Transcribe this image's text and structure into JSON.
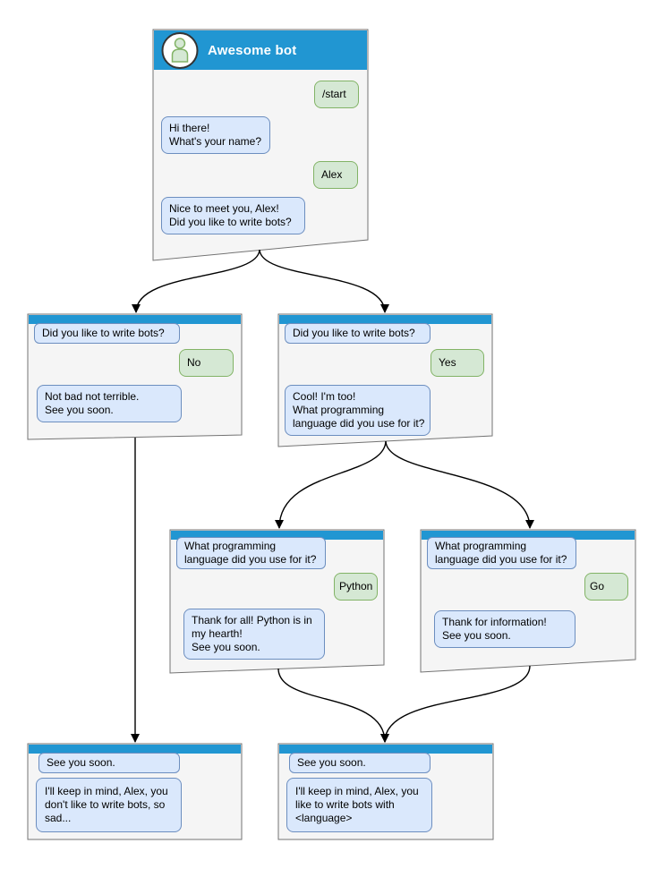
{
  "colors": {
    "header_blue": "#2196d2",
    "window_fill": "#f5f5f5",
    "window_border": "#737373",
    "bot_bubble_fill": "#dae8fc",
    "bot_bubble_border": "#6c8ebf",
    "user_bubble_fill": "#d5e8d4",
    "user_bubble_border": "#82b366",
    "title_color": "#ffffff",
    "arrow_color": "#000000"
  },
  "icons": {
    "avatar": "person-icon"
  },
  "windows": [
    {
      "id": "awesome-bot",
      "title": "Awesome bot",
      "messages": [
        {
          "from": "user",
          "text": "/start"
        },
        {
          "from": "bot",
          "text": "Hi there!\nWhat's your name?"
        },
        {
          "from": "user",
          "text": "Alex"
        },
        {
          "from": "bot",
          "text": "Nice to meet you, Alex!\nDid you like to write bots?"
        }
      ]
    },
    {
      "id": "branch-no",
      "messages": [
        {
          "from": "bot",
          "text": "Did you like to write bots?"
        },
        {
          "from": "user",
          "text": "No"
        },
        {
          "from": "bot",
          "text": "Not bad not terrible.\nSee you soon."
        }
      ]
    },
    {
      "id": "branch-yes",
      "messages": [
        {
          "from": "bot",
          "text": "Did you like to write bots?"
        },
        {
          "from": "user",
          "text": "Yes"
        },
        {
          "from": "bot",
          "text": "Cool! I'm too!\nWhat programming\nlanguage did you use for it?"
        }
      ]
    },
    {
      "id": "branch-python",
      "messages": [
        {
          "from": "bot",
          "text": "What programming\nlanguage did you use for it?"
        },
        {
          "from": "user",
          "text": "Python"
        },
        {
          "from": "bot",
          "text": "Thank for all! Python is in\nmy hearth!\nSee you soon."
        }
      ]
    },
    {
      "id": "branch-go",
      "messages": [
        {
          "from": "bot",
          "text": "What programming\nlanguage did you use for it?"
        },
        {
          "from": "user",
          "text": "Go"
        },
        {
          "from": "bot",
          "text": "Thank for information!\nSee you soon."
        }
      ]
    },
    {
      "id": "end-no",
      "messages": [
        {
          "from": "bot",
          "text": "See you soon."
        },
        {
          "from": "bot",
          "text": "I'll keep in mind, Alex, you\ndon't like to write bots, so\nsad..."
        }
      ]
    },
    {
      "id": "end-yes",
      "messages": [
        {
          "from": "bot",
          "text": "See you soon."
        },
        {
          "from": "bot",
          "text": "I'll keep in mind, Alex, you\nlike to write bots with\n<language>"
        }
      ]
    }
  ]
}
